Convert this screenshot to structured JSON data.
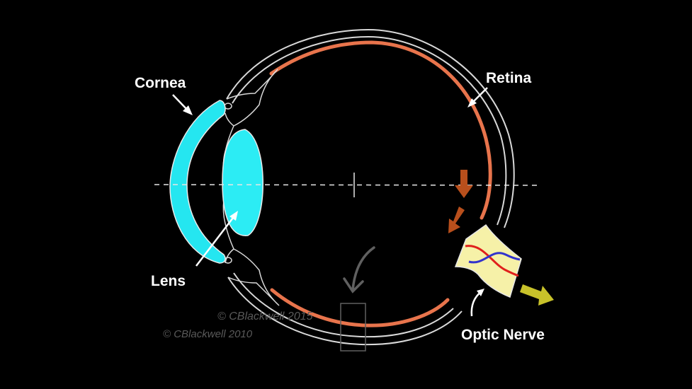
{
  "labels": {
    "cornea": "Cornea",
    "lens": "Lens",
    "retina": "Retina",
    "optic_nerve": "Optic Nerve"
  },
  "copyright": {
    "line_2015": "© CBlackwell 2015",
    "line_2010": "© CBlackwell 2010"
  },
  "colors": {
    "background": "#000000",
    "cornea": "#25e6f0",
    "lens": "#2cecf4",
    "retina": "#e8744c",
    "optic_nerve": "#f6f1a8",
    "light_arrow": "#b84f1c",
    "signal_arrow": "#c8c22a",
    "blood_red": "#e0201c",
    "blood_blue": "#3333cc",
    "outline": "#d9d9d9",
    "faint_marker": "#606060"
  },
  "icons": [
    "light-direction-arrow-icon",
    "signal-output-arrow-icon",
    "focus-pointer-arrow-icon"
  ]
}
